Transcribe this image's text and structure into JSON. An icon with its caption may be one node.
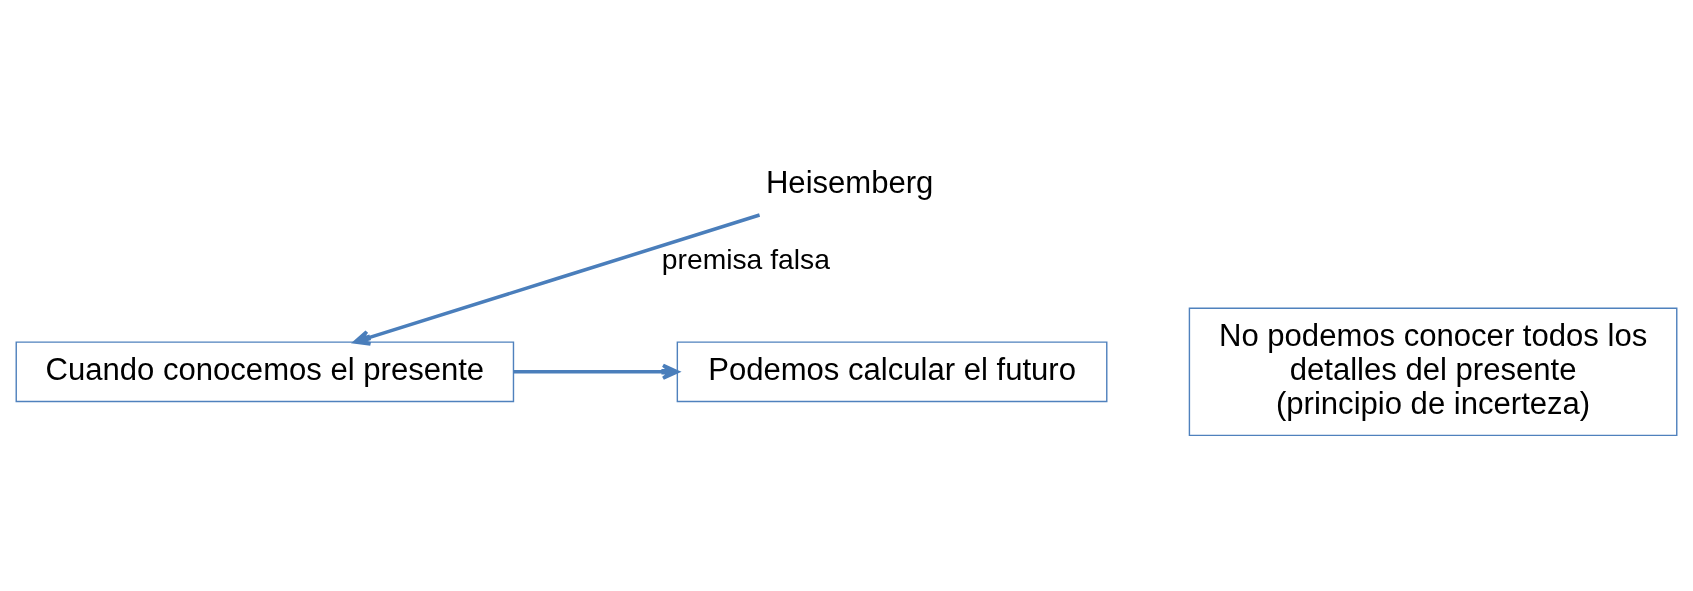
{
  "diagram": {
    "nodes": [
      {
        "text": [
          "Cuando conocemos el presente"
        ]
      },
      {
        "text": [
          "Podemos calcular el futuro"
        ]
      },
      {
        "text": [
          "Heisemberg"
        ]
      },
      {
        "text": [
          "No podemos conocer todos los detalles del presente (principio de incerteza)"
        ]
      }
    ],
    "edges": [
      {
        "from": 0,
        "to": 1,
        "arrow": "to"
      },
      {
        "from": 2,
        "to": 0,
        "arrow": "to",
        "label": "premisa falsa"
      }
    ]
  }
}
